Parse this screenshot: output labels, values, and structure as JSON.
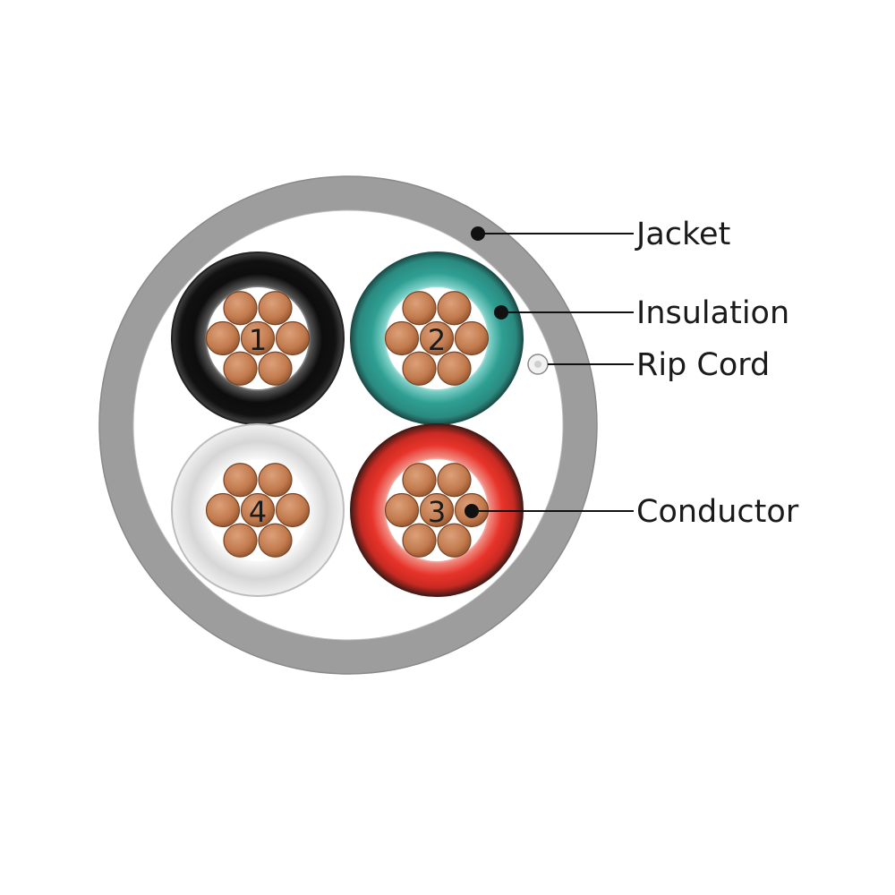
{
  "colors": {
    "jacket": "#9d9d9d",
    "jacket_inner": "#ffffff",
    "copper": "#c27a4d",
    "copper_edge": "#7a4323",
    "core_1_insulation": "#1a1a1a",
    "core_2_insulation": "#2f9f93",
    "core_3_insulation": "#e8342a",
    "core_4_insulation": "#e9e9e9",
    "rip_cord": "#e0e0e0"
  },
  "cores": [
    {
      "number": "1",
      "color_name": "black"
    },
    {
      "number": "2",
      "color_name": "teal"
    },
    {
      "number": "3",
      "color_name": "red"
    },
    {
      "number": "4",
      "color_name": "white"
    }
  ],
  "labels": {
    "jacket": "Jacket",
    "insulation": "Insulation",
    "rip_cord": "Rip Cord",
    "conductor": "Conductor"
  }
}
